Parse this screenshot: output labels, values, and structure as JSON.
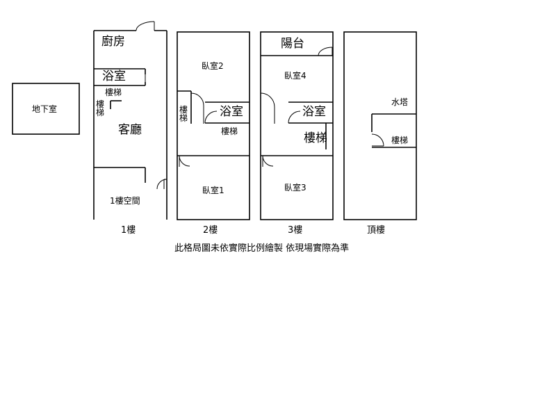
{
  "basement": {
    "label": "地下室"
  },
  "floor1": {
    "kitchen": "廚房",
    "bathroom": "浴室",
    "stairs_top": "樓梯",
    "stairs_side": "樓\n梯",
    "living_room": "客廳",
    "space": "1樓空間",
    "caption": "1樓"
  },
  "floor2": {
    "bedroom_top": "臥室2",
    "stairs_side": "樓\n梯",
    "bathroom": "浴室",
    "stairs": "樓梯",
    "bedroom_bottom": "臥室1",
    "caption": "2樓"
  },
  "floor3": {
    "balcony": "陽台",
    "bedroom_top": "臥室4",
    "bathroom": "浴室",
    "stairs": "樓梯",
    "bedroom_bottom": "臥室3",
    "caption": "3樓"
  },
  "roof": {
    "water_tower": "水塔",
    "stairs": "樓梯",
    "caption": "頂樓"
  },
  "footnote": "此格局圖未依實際比例繪製 依現場實際為準"
}
